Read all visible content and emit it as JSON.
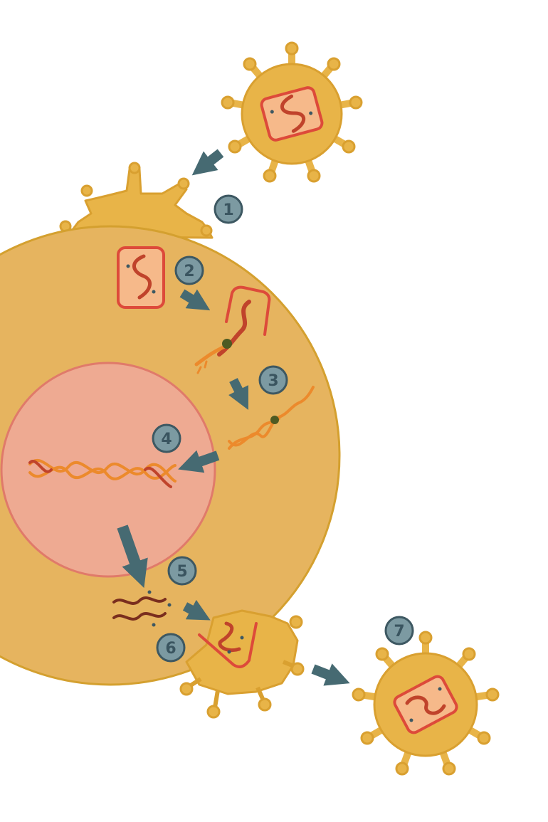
{
  "diagram": {
    "colors": {
      "cell_fill": "#e6b45f",
      "cell_stroke": "#d4a02f",
      "nucleus_fill": "#eeaa92",
      "nucleus_stroke": "#e07a6a",
      "virus_fill": "#e8b448",
      "virus_stroke": "#d9a030",
      "capsid_fill": "#f6b98a",
      "capsid_stroke": "#dd4a3a",
      "rna": "#c0432b",
      "dna_orange": "#ec8a2c",
      "arrow": "#466a72",
      "badge_fill": "#7c9aa2",
      "badge_stroke": "#3d5862",
      "enzyme_dot": "#4e5a22",
      "mrna": "#7a2e1e"
    },
    "steps": [
      {
        "number": "1"
      },
      {
        "number": "2"
      },
      {
        "number": "3"
      },
      {
        "number": "4"
      },
      {
        "number": "5"
      },
      {
        "number": "6"
      },
      {
        "number": "7"
      }
    ]
  }
}
